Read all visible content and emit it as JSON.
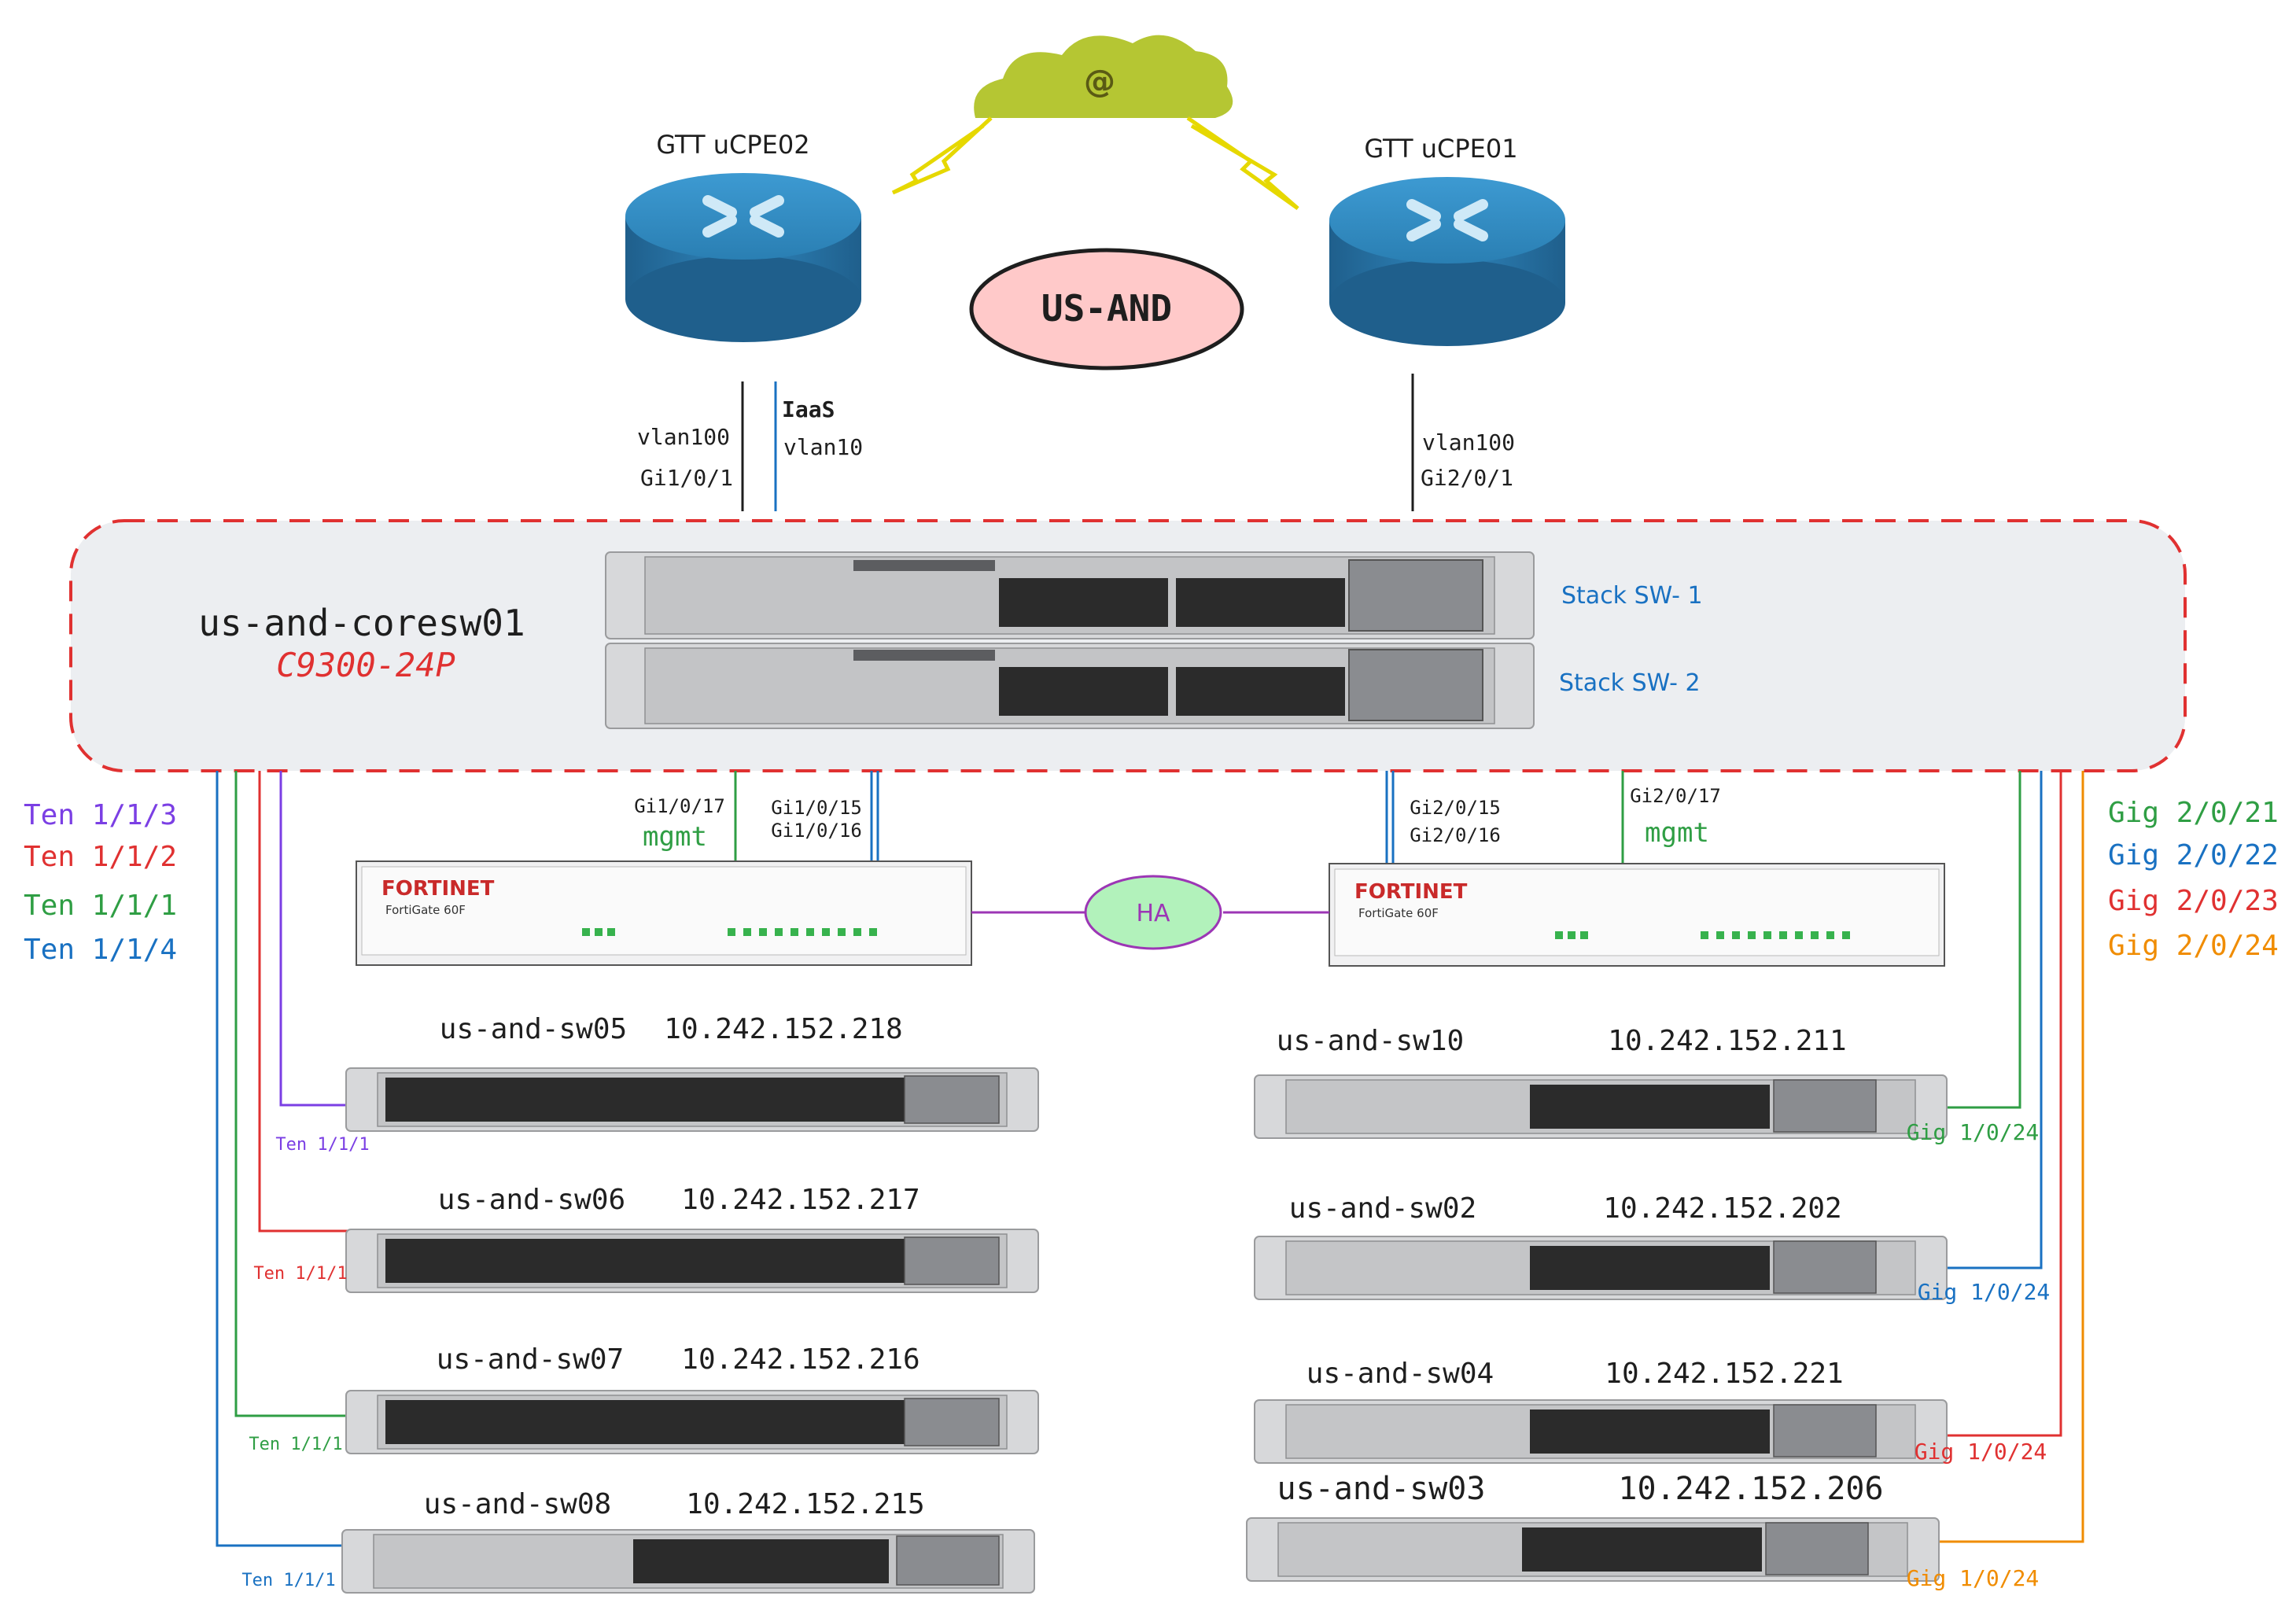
{
  "internet": {
    "label": "@"
  },
  "routers": {
    "ucpe02": {
      "name": "GTT uCPE02"
    },
    "ucpe01": {
      "name": "GTT uCPE01"
    }
  },
  "site_badge": {
    "label": "US-AND"
  },
  "uplinks": {
    "left_vlan": "vlan100",
    "left_port": "Gi1/0/1",
    "left_iaas": "IaaS",
    "left_iaas_vlan": "vlan10",
    "right_vlan": "vlan100",
    "right_port": "Gi2/0/1"
  },
  "core": {
    "hostname": "us-and-coresw01",
    "model": "C9300-24P",
    "stack1": "Stack SW- 1",
    "stack2": "Stack SW- 2"
  },
  "firewalls": {
    "brand": "FORTINET",
    "model": "FortiGate 60F",
    "ha": "HA",
    "left_mgmt_port": "Gi1/0/17",
    "left_mgmt": "mgmt",
    "left_ports_a": "Gi1/0/15",
    "left_ports_b": "Gi1/0/16",
    "right_ports_a": "Gi2/0/15",
    "right_ports_b": "Gi2/0/16",
    "right_mgmt_port": "Gi2/0/17",
    "right_mgmt": "mgmt"
  },
  "left_core_ports": [
    "Ten 1/1/3",
    "Ten 1/1/2",
    "Ten 1/1/1",
    "Ten 1/1/4"
  ],
  "right_core_ports": [
    "Gig 2/0/21",
    "Gig 2/0/22",
    "Gig 2/0/23",
    "Gig 2/0/24"
  ],
  "access_left": [
    {
      "name": "us-and-sw05",
      "ip": "10.242.152.218",
      "port": "Ten 1/1/1"
    },
    {
      "name": "us-and-sw06",
      "ip": "10.242.152.217",
      "port": "Ten 1/1/1"
    },
    {
      "name": "us-and-sw07",
      "ip": "10.242.152.216",
      "port": "Ten 1/1/1"
    },
    {
      "name": "us-and-sw08",
      "ip": "10.242.152.215",
      "port": "Ten 1/1/1"
    }
  ],
  "access_right": [
    {
      "name": "us-and-sw10",
      "ip": "10.242.152.211",
      "port": "Gig 1/0/24"
    },
    {
      "name": "us-and-sw02",
      "ip": "10.242.152.202",
      "port": "Gig 1/0/24"
    },
    {
      "name": "us-and-sw04",
      "ip": "10.242.152.221",
      "port": "Gig 1/0/24"
    },
    {
      "name": "us-and-sw03",
      "ip": "10.242.152.206",
      "port": "Gig 1/0/24"
    }
  ],
  "colors": {
    "purple": "#7b3fe4",
    "red": "#e03131",
    "green": "#2f9e44",
    "blue": "#1971c2",
    "orange": "#f08c00",
    "black": "#1e1e1e",
    "cloud": "#b5c633",
    "router": "#2f8fc6",
    "badge": "#ffc9c9",
    "ha_fill": "#b2f2bb",
    "ha_stroke": "#9c36b5",
    "stack_text": "#1971c2"
  }
}
